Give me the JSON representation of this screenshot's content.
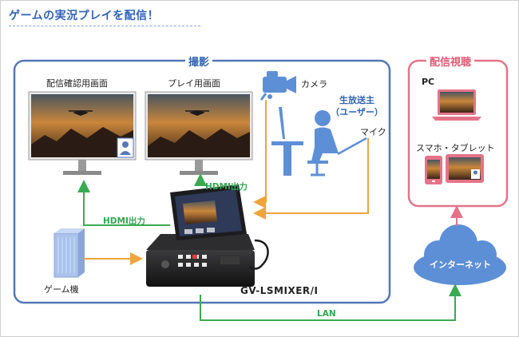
{
  "title": "ゲームの実況プレイを配信！",
  "sections": {
    "shooting": "撮影",
    "viewing": "配信視聴"
  },
  "labels": {
    "monitor_confirm": "配信確認用画面",
    "monitor_play": "プレイ用画面",
    "camera": "カメラ",
    "streamer_line1": "生放送主",
    "streamer_line2": "（ユーザー）",
    "mic": "マイク",
    "hdmi_out_upper": "HDMI出力",
    "hdmi_out_left": "HDMI出力",
    "game_console": "ゲーム機",
    "device_model": "GV-LSMIXER/I",
    "lan": "LAN",
    "internet": "インターネット",
    "pc": "PC",
    "smartphone_tablet": "スマホ・タブレット"
  },
  "colors": {
    "shooting_border": "#5577b8",
    "viewing_border": "#e47389",
    "arrow_green": "#3aaa52",
    "arrow_orange": "#f0a43a",
    "cloud": "#5d8fd6"
  },
  "icons": [
    "camera-icon",
    "person-at-desk-icon",
    "microphone-icon",
    "game-console-icon",
    "mixer-device-icon",
    "cloud-icon",
    "laptop-icon",
    "smartphone-icon",
    "tablet-icon",
    "monitor-icon"
  ]
}
